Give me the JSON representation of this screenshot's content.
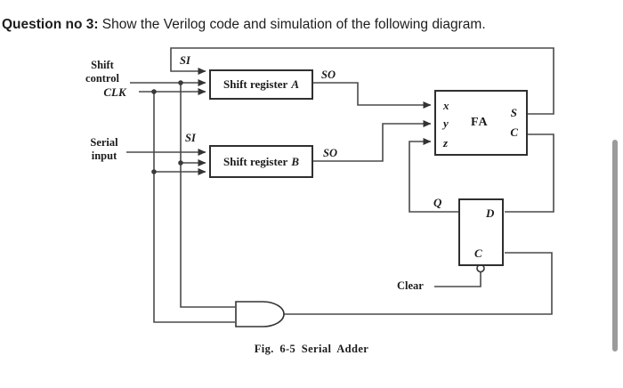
{
  "title": {
    "prefix": "Question no 3:",
    "rest": " Show the Verilog code and simulation of the following diagram."
  },
  "diagram": {
    "caption": "Fig. 6-5 Serial Adder",
    "labels": {
      "shift_line1": "Shift",
      "shift_line2": "control",
      "clk": "CLK",
      "serial_line1": "Serial",
      "serial_line2": "input",
      "si_a": "SI",
      "si_b": "SI",
      "so_a": "SO",
      "so_b": "SO",
      "clear": "Clear",
      "q": "Q"
    },
    "blocks": {
      "reg_a": {
        "name": "Shift register",
        "suffix": "A"
      },
      "reg_b": {
        "name": "Shift register",
        "suffix": "B"
      },
      "fa": {
        "label": "FA",
        "in1": "x",
        "in2": "y",
        "in3": "z",
        "out1": "S",
        "out2": "C"
      },
      "dff": {
        "d": "D",
        "c": "C"
      }
    },
    "colors": {
      "wire": "#4a4a4a",
      "box_border": "#2f2f2f",
      "text": "#1c1c1c",
      "scrollbar": "#9b9b9b"
    }
  }
}
